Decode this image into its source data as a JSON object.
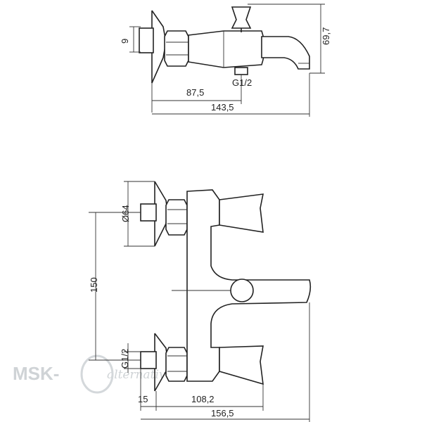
{
  "top_view": {
    "dim_bolt": "9",
    "dim_height": "69,7",
    "dim_thread": "G1/2",
    "dim_depth_inlet": "87,5",
    "dim_depth_total": "143,5"
  },
  "front_view": {
    "dim_flange_dia": "Ø64",
    "dim_center_distance": "150",
    "dim_thread": "G1/2",
    "dim_offset": "15",
    "dim_inner_width": "108,2",
    "dim_total_width": "156,5"
  },
  "watermark": {
    "brand": "MSK-",
    "script": "alternativa"
  }
}
